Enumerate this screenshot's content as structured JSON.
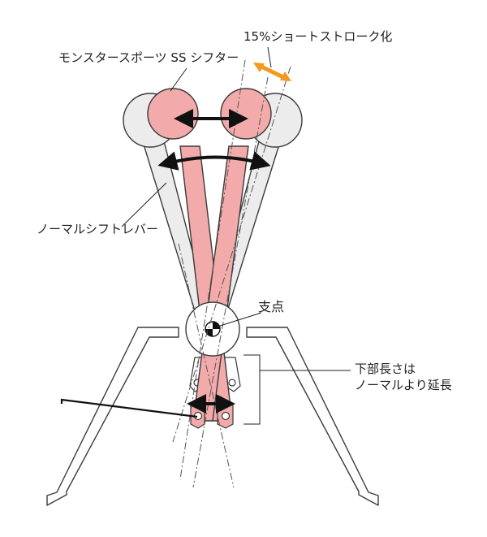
{
  "labels": {
    "monster": "モンスタースポーツ SS シフター",
    "short_stroke": "15%ショートストローク化",
    "normal_lever": "ノーマルシフトレバー",
    "fulcrum": "支点",
    "lower_line1": "下部長さは",
    "lower_line2": "ノーマルより延長"
  },
  "colors": {
    "ss_fill": "#f2aaaa",
    "normal_fill": "#ececec",
    "outline": "#3a3a3a",
    "accent_arrow": "#f29a1e"
  }
}
